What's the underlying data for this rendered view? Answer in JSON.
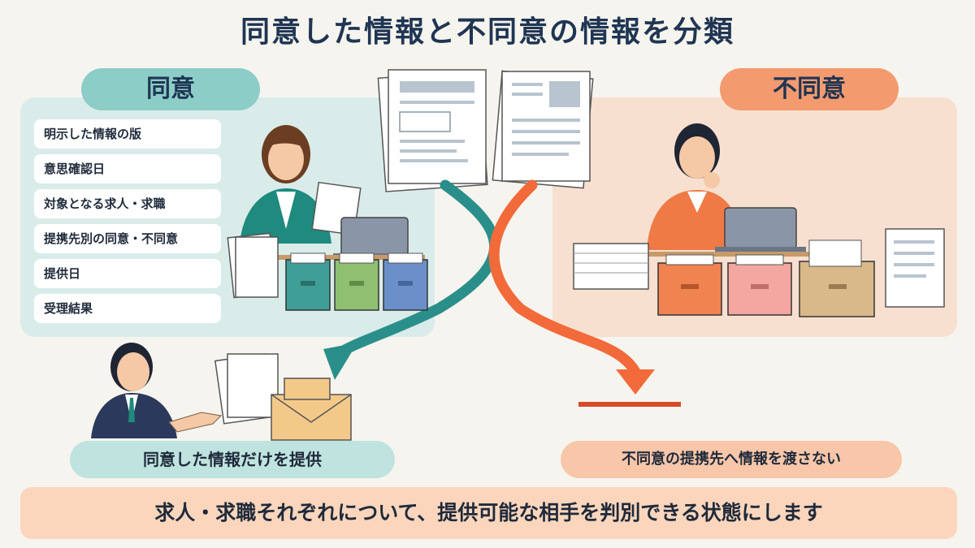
{
  "title": "同意した情報と不同意の情報を分類",
  "agree": {
    "label": "同意",
    "items": [
      "明示した情報の版",
      "意思確認日",
      "対象となる求人・求職",
      "提携先別の同意・不同意",
      "提供日",
      "受理結果"
    ],
    "result": "同意した情報だけを提供"
  },
  "disagree": {
    "label": "不同意",
    "result": "不同意の提携先へ情報を渡さない"
  },
  "footer": "求人・求職それぞれについて、提供可能な相手を判別できる状態にします",
  "colors": {
    "title": "#1f3553",
    "agree_accent": "#2a8f8a",
    "disagree_accent": "#f26a3a",
    "agree_panel": "#d9ecea",
    "disagree_panel": "#f7e0d0"
  }
}
